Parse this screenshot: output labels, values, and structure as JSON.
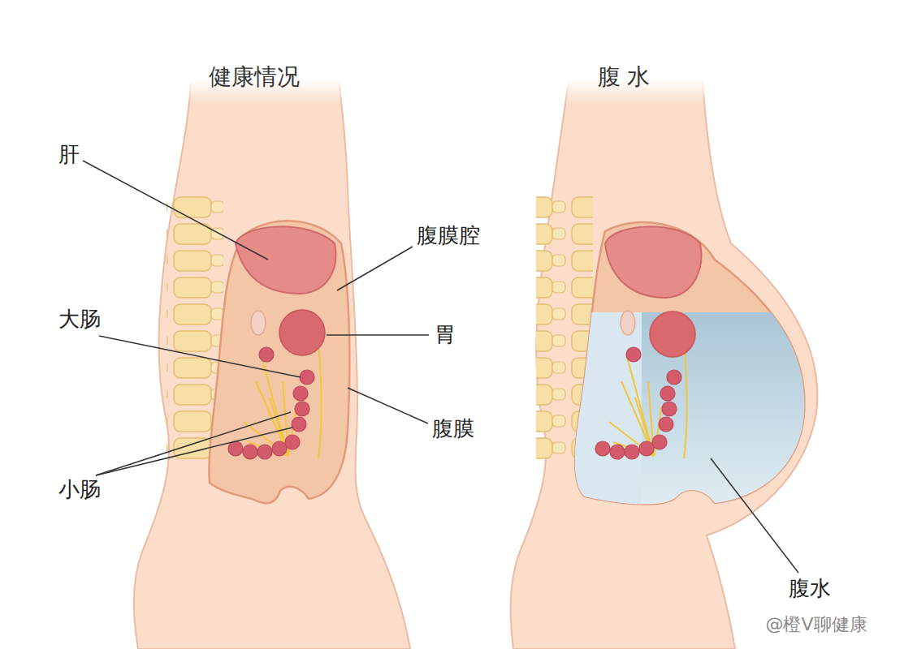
{
  "diagram": {
    "labels": [
      "健康情况",
      "腹 水",
      "肝",
      "腹膜腔",
      "大肠",
      "胃",
      "腹膜",
      "小肠",
      "腹水",
      "@橙V聊健康"
    ]
  }
}
